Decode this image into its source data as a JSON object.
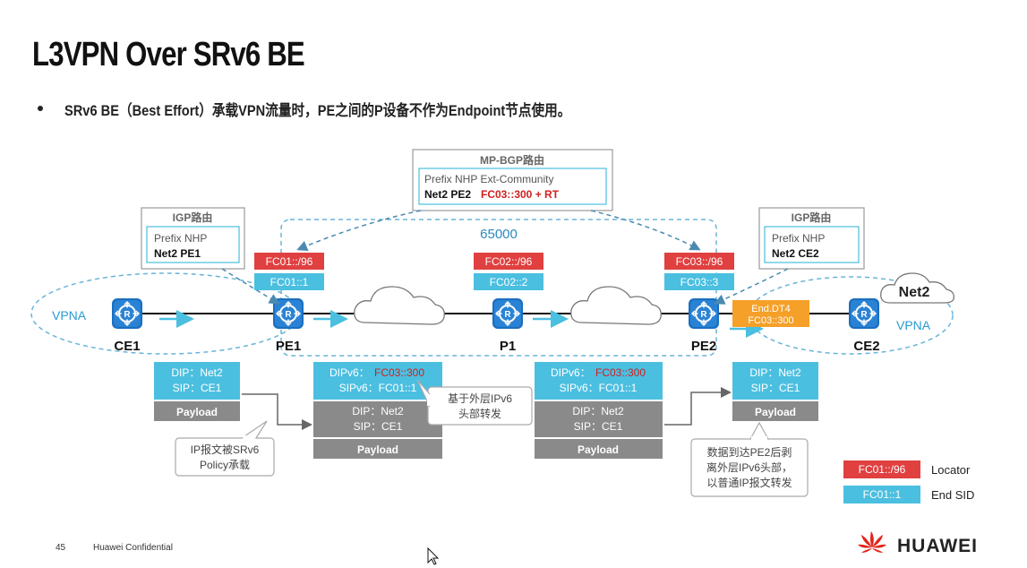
{
  "slide": {
    "title": "L3VPN Over SRv6 BE",
    "bullet": "SRv6 BE（Best Effort）承载VPN流量时，PE之间的P设备不作为Endpoint节点使用。",
    "page_number": "45",
    "confidential": "Huawei Confidential",
    "brand": "HUAWEI"
  },
  "mpbgp": {
    "title": "MP-BGP路由",
    "header": "Prefix  NHP  Ext-Community",
    "row_prefix": "Net2  PE2",
    "row_sid": "FC03::300 + RT"
  },
  "igp_left": {
    "title": "IGP路由",
    "header": "Prefix  NHP",
    "row": "Net2  PE1"
  },
  "igp_right": {
    "title": "IGP路由",
    "header": "Prefix  NHP",
    "row": "Net2  CE2"
  },
  "as_number": "65000",
  "locators": {
    "pe1": "FC01::/96",
    "p1": "FC02::/96",
    "pe2": "FC03::/96"
  },
  "end_sids": {
    "pe1": "FC01::1",
    "p1": "FC02::2",
    "pe2": "FC03::3"
  },
  "end_dt4": {
    "line1": "End.DT4",
    "line2": "FC03::300"
  },
  "nodes": {
    "ce1": "CE1",
    "pe1": "PE1",
    "p1": "P1",
    "pe2": "PE2",
    "ce2": "CE2"
  },
  "vpn": {
    "left": "VPNA",
    "right": "VPNA",
    "cloud": "Net2"
  },
  "packets": {
    "p1": {
      "dip": "DIP：Net2",
      "sip": "SIP：CE1",
      "payload": "Payload"
    },
    "p2": {
      "dipv6_label": "DIPv6：",
      "dipv6_value": "FC03::300",
      "sipv6": "SIPv6：FC01::1",
      "dip": "DIP：Net2",
      "sip": "SIP：CE1",
      "payload": "Payload"
    },
    "p3": {
      "dipv6_label": "DIPv6：",
      "dipv6_value": "FC03::300",
      "sipv6": "SIPv6：FC01::1",
      "dip": "DIP：Net2",
      "sip": "SIP：CE1",
      "payload": "Payload"
    },
    "p4": {
      "dip": "DIP：Net2",
      "sip": "SIP：CE1",
      "payload": "Payload"
    }
  },
  "callouts": {
    "srv6_policy": {
      "line1": "IP报文被SRv6",
      "line2": "Policy承载"
    },
    "ipv6_forward": {
      "line1": "基于外层IPv6",
      "line2": "头部转发"
    },
    "pe2_strip": {
      "line1": "数据到达PE2后剥",
      "line2": "离外层IPv6头部，",
      "line3": "以普通IP报文转发"
    }
  },
  "legend": {
    "locator_sample": "FC01::/96",
    "locator_label": "Locator",
    "sid_sample": "FC01::1",
    "sid_label": "End SID"
  },
  "colors": {
    "locator_red": "#e04040",
    "sid_blue": "#4bbfe0",
    "router_blue": "#1a6fc0",
    "end_dt4_orange": "#f5a028",
    "payload_gray": "#8a8a8a",
    "dashed_border": "#6ab4d8",
    "huawei_red": "#e1251b"
  }
}
